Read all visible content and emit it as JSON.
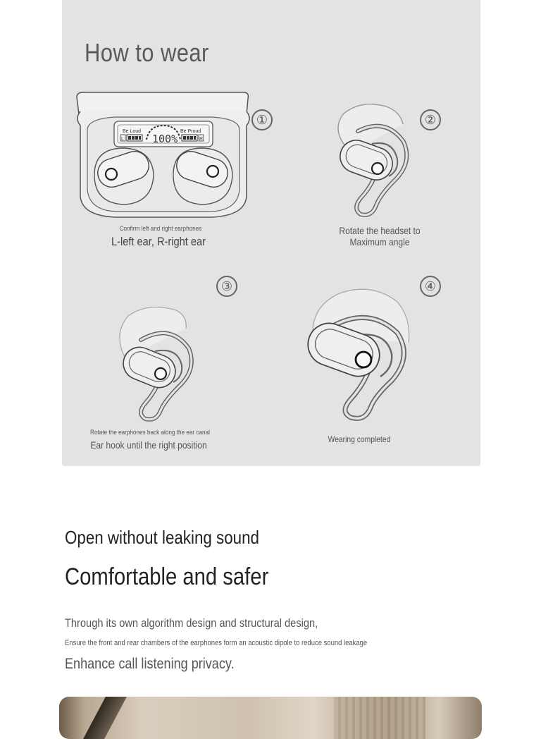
{
  "how_to_wear": {
    "title": "How to wear",
    "steps": [
      {
        "number": "①",
        "caption_small": "Confirm left and right earphones",
        "caption": "L-left ear, R-right ear"
      },
      {
        "number": "②",
        "caption_line1": "Rotate the headset to",
        "caption_line2": "Maximum angle"
      },
      {
        "number": "③",
        "caption_small": "Rotate the earphones back along the ear canal",
        "caption": "Ear hook until the right position"
      },
      {
        "number": "④",
        "caption": "Wearing completed"
      }
    ],
    "case_display": {
      "left_label": "Be Loud",
      "right_label": "Be Proud",
      "percent": "100%",
      "left_mark": "L",
      "right_mark": "R"
    }
  },
  "features": {
    "subtitle": "Open without leaking sound",
    "headline": "Comfortable and safer",
    "body_line1": "Through its own algorithm design and structural design,",
    "body_line2": "Ensure the front and rear chambers of the earphones form an acoustic dipole to reduce sound leakage",
    "body_line3": "Enhance call listening privacy."
  }
}
